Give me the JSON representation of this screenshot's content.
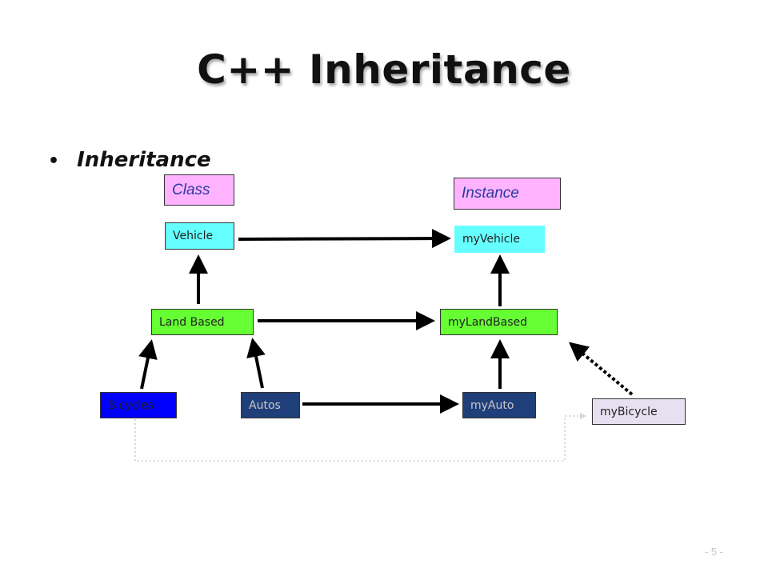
{
  "slide": {
    "title": "C++ Inheritance",
    "bullet": "Inheritance",
    "page_number": "- 5 -"
  },
  "diagram": {
    "headers": {
      "class": {
        "label": "Class",
        "color": "#ffb3ff"
      },
      "instance": {
        "label": "Instance",
        "color": "#ffb3ff"
      }
    },
    "classes": {
      "vehicle": {
        "label": "Vehicle",
        "color": "#66ffff"
      },
      "land_based": {
        "label": "Land Based",
        "color": "#66ff33"
      },
      "bicycles": {
        "label": "Bicycles",
        "color": "#0000ff"
      },
      "autos": {
        "label": "Autos",
        "color": "#1f3f7a"
      }
    },
    "instances": {
      "my_vehicle": {
        "label": "myVehicle",
        "color": "#66ffff"
      },
      "my_land_based": {
        "label": "myLandBased",
        "color": "#66ff33"
      },
      "my_auto": {
        "label": "myAuto",
        "color": "#1f3f7a"
      },
      "my_bicycle": {
        "label": "myBicycle",
        "color": "#e6e0f0"
      }
    }
  }
}
